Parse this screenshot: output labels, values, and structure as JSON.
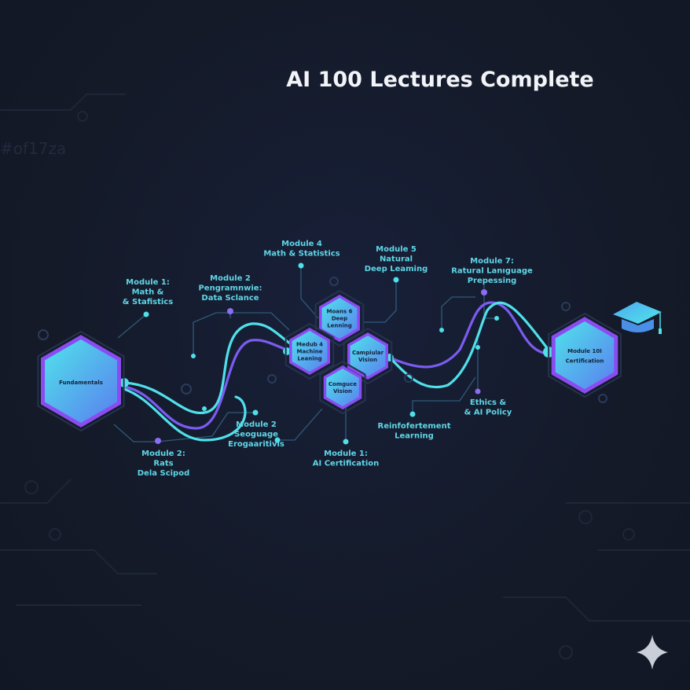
{
  "title": "AI 100 Lectures Complete",
  "watermark_code": "#of17za",
  "colors": {
    "background": "#141a28",
    "cyan": "#4fe0ea",
    "purple": "#7a5cf0",
    "label": "#5fd6e6"
  },
  "hexagons": {
    "start": [
      "Fundamentals"
    ],
    "deep": [
      "Moans 6",
      "Deep",
      "Lenning"
    ],
    "ml": [
      "Medub 4",
      "Machine",
      "Leaning"
    ],
    "cv1": [
      "Campiular",
      "Vision"
    ],
    "cv2": [
      "Comguce",
      "Vision"
    ],
    "end": [
      "Module 10I",
      "Certification"
    ]
  },
  "labels": {
    "m1": [
      "Module 1:",
      "Math &",
      "& Stafistics"
    ],
    "m2": [
      "Module 2",
      "Pengramnwie:",
      "Data Sclance"
    ],
    "m4": [
      "Module 4",
      "Math & Statistics"
    ],
    "m5": [
      "Module 5",
      "Natural",
      "Deep Leaming"
    ],
    "m7": [
      "Module 7:",
      "Ratural Lanıguage",
      "Prepessing"
    ],
    "m2b": [
      "Module 2:",
      "Rats",
      "Dela Scipod"
    ],
    "m2c": [
      "Module 2",
      "Seoguage",
      "Erogaaritivis"
    ],
    "m1b": [
      "Module 1:",
      "AI Certification"
    ],
    "rl": [
      "Reinfofertement",
      "Learning"
    ],
    "ethics": [
      "Ethics &",
      "& AI Policy"
    ]
  },
  "icons": [
    "graduation-cap-icon",
    "sparkle-icon"
  ]
}
